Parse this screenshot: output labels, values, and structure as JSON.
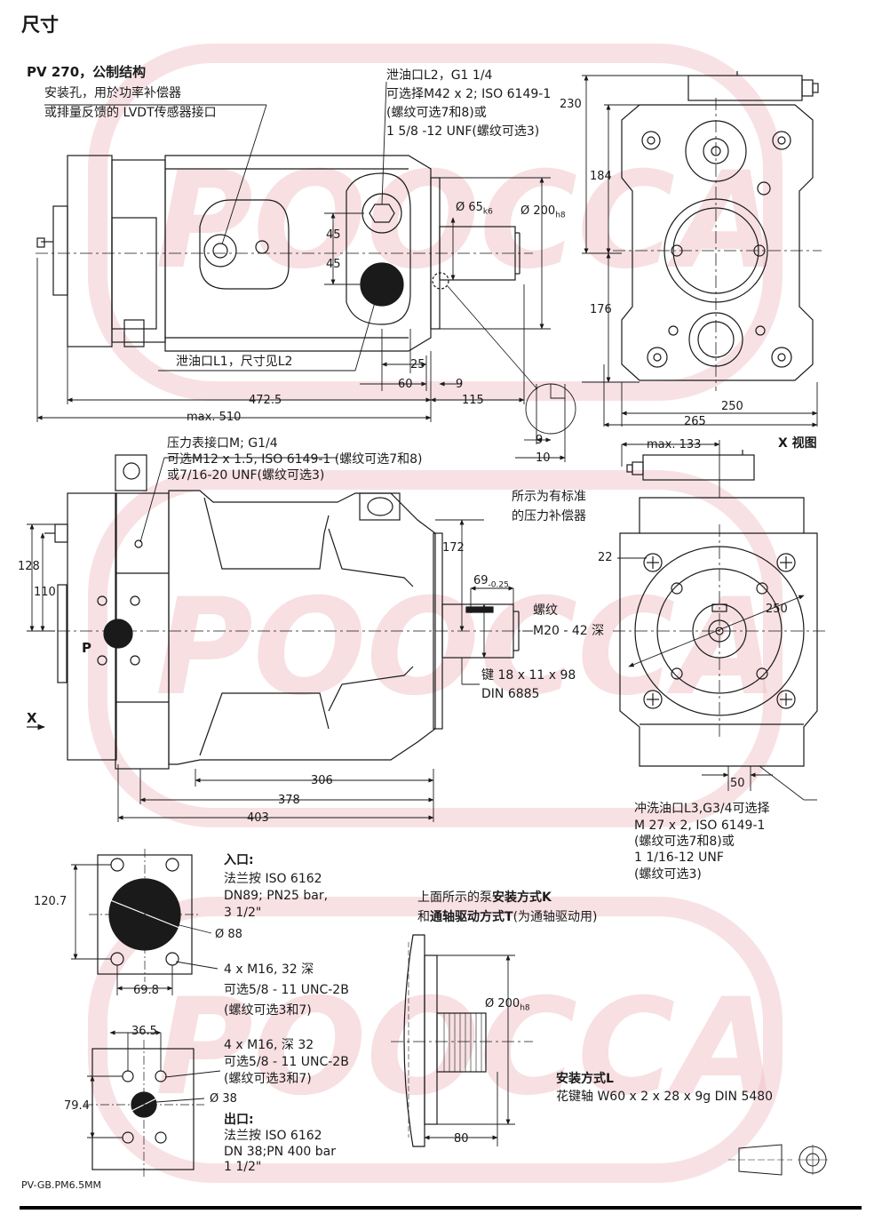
{
  "title": "尺寸",
  "subtitle": "PV 270，公制结构",
  "footer_code": "PV-GB.PM6.5MM",
  "watermark": {
    "text": "POOCCA",
    "color": "#e8a0a8"
  },
  "top_view": {
    "mount_hole_note": [
      "安装孔，用於功率补偿器",
      "或排量反馈的 LVDT传感器接口"
    ],
    "drain_l2_note": [
      "泄油口L2，G1 1/4",
      "可选择M42 x 2; ISO 6149-1",
      "(螺纹可选7和8)或",
      "1 5/8 -12 UNF(螺纹可选3)"
    ],
    "drain_l1_note": "泄油口L1，尺寸见L2",
    "dims": {
      "shaft_dia": "Ø 65",
      "shaft_tol": "k6",
      "pilot_dia": "Ø 200",
      "pilot_tol": "h8",
      "port_up": "45",
      "port_down": "45",
      "d25": "25",
      "d60": "60",
      "d9": "9",
      "d472": "472.5",
      "d115": "115",
      "dmax510": "max. 510",
      "detail_9": "9",
      "detail_10": "10"
    }
  },
  "end_view": {
    "dims": {
      "d230": "230",
      "d184": "184",
      "d176": "176",
      "d250": "250",
      "d265": "265"
    }
  },
  "side_view": {
    "gauge_port_note": [
      "压力表接口M; G1/4",
      "可选M12 x 1.5, ISO 6149-1 (螺纹可选7和8)",
      "或7/16-20 UNF(螺纹可选3)"
    ],
    "compensator_note": [
      "所示为有标准",
      "的压力补偿器"
    ],
    "thread_note": [
      "螺纹",
      "M20 - 42 深"
    ],
    "key_note": [
      "键 18 x 11 x 98",
      "DIN 6885"
    ],
    "port_label": "P",
    "x_label": "X",
    "dims": {
      "d128": "128",
      "d110": "110",
      "d172": "172",
      "d69": "69",
      "d69_tol": "-0.25",
      "d306": "306",
      "d378": "378",
      "d403": "403"
    }
  },
  "x_view": {
    "title": "X 视图",
    "dims": {
      "max133": "max. 133",
      "d22": "22",
      "d250": "250",
      "d50": "50"
    },
    "flush_note": [
      "冲洗油口L3,G3/4可选择",
      "M 27 x 2, ISO 6149-1",
      "(螺纹可选7和8)或",
      "1  1/16-12 UNF",
      "(螺纹可选3)"
    ]
  },
  "inlet": {
    "head": "入口:",
    "lines": [
      "法兰按 ISO 6162",
      "DN89; PN25 bar,",
      "3 1/2\""
    ],
    "dia": "Ø 88",
    "d120": "120.7",
    "d69": "69.8",
    "bolts": [
      "4 x M16, 32 深",
      "可选5/8 - 11 UNC-2B",
      "(螺纹可选3和7)"
    ]
  },
  "outlet": {
    "d36": "36.5",
    "d79": "79.4",
    "dia": "Ø 38",
    "bolts": [
      "4 x M16,  深 32",
      "可选5/8 - 11 UNC-2B",
      "(螺纹可选3和7)"
    ],
    "head": "出口:",
    "lines": [
      "法兰按 ISO 6162",
      "DN 38;PN 400 bar",
      "1 1/2\""
    ]
  },
  "through_drive": {
    "note_line1_pre": "上面所示的泵",
    "note_line1_bold": "安装方式K",
    "note_line2_pre": "和",
    "note_line2_bold": "通轴驱动方式T",
    "note_line2_post": "(为通轴驱动用)",
    "pilot_dia": "Ø 200",
    "pilot_tol": "h8",
    "d80": "80",
    "mount_l_title": "安装方式L",
    "mount_l_desc": "花键轴 W60 x 2 x 28 x 9g DIN 5480"
  }
}
